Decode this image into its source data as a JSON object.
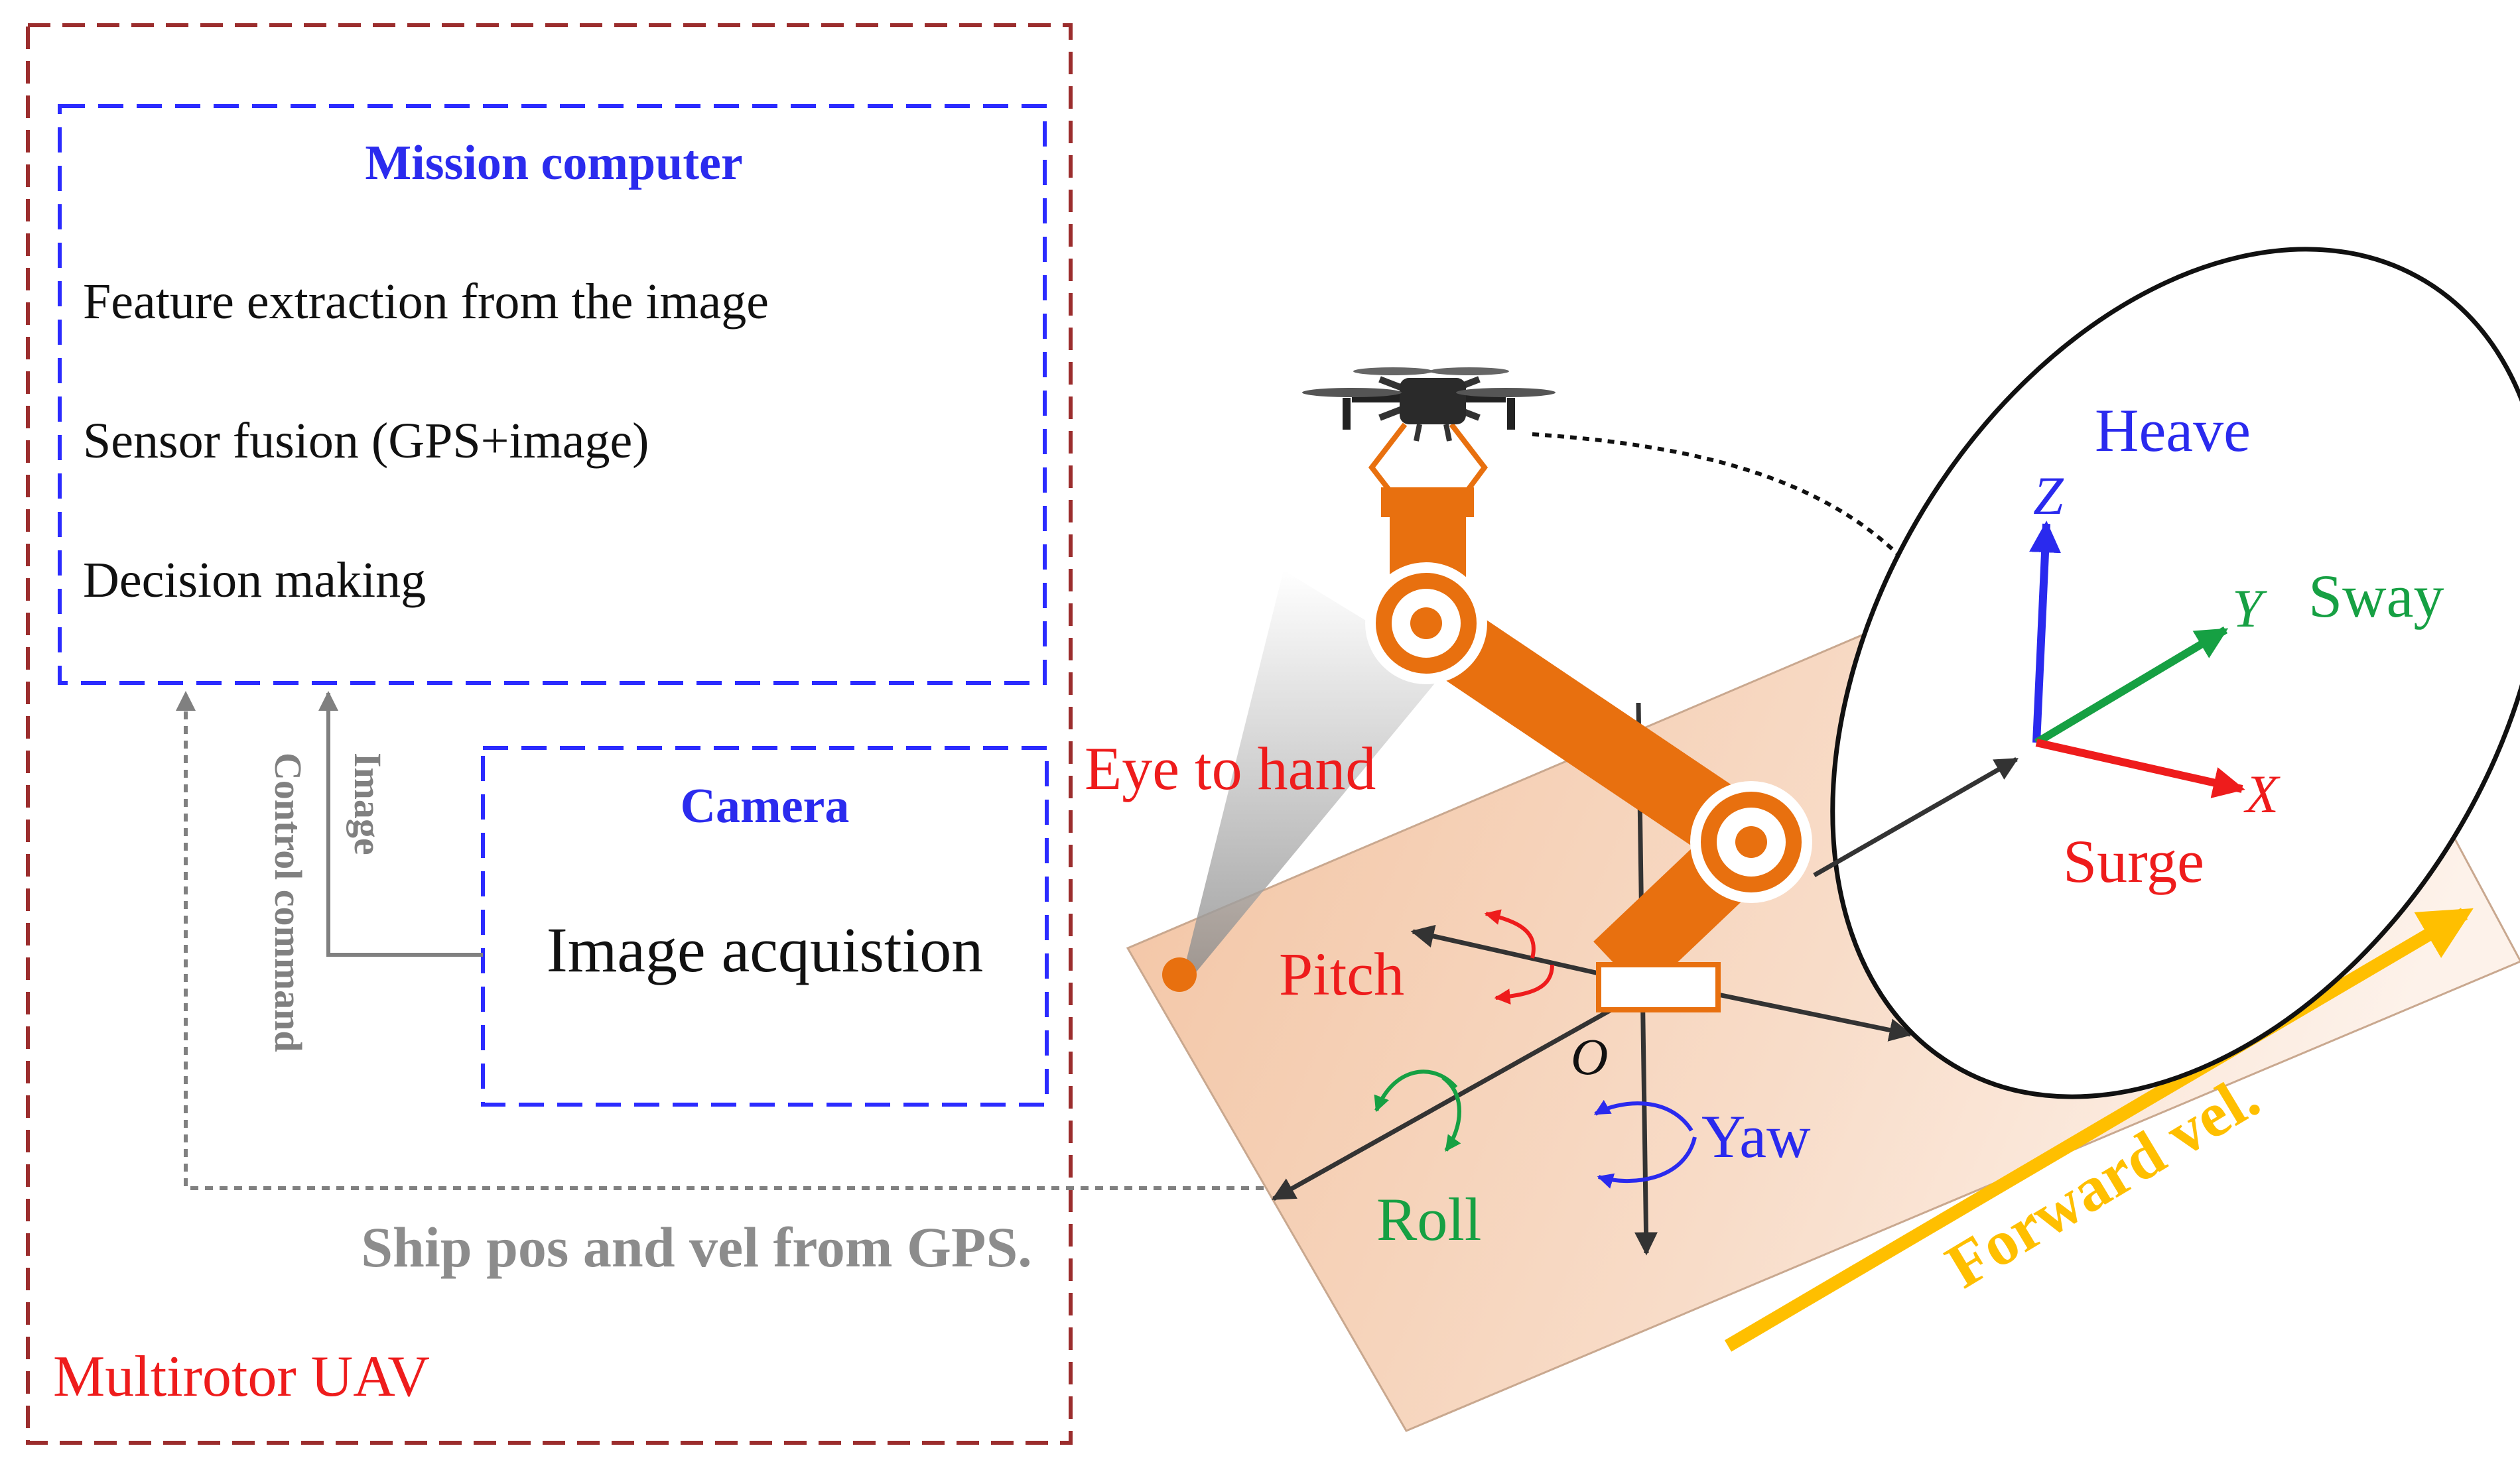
{
  "uav": {
    "label": "Multirotor UAV",
    "mission_computer": {
      "title": "Mission computer",
      "items": [
        "Feature extraction from the image",
        "Sensor fusion (GPS+image)",
        "Decision making"
      ]
    },
    "camera": {
      "title": "Camera",
      "item": "Image acquistion"
    },
    "links": {
      "image": "Image",
      "control": "Control command",
      "gps": "Ship pos and vel from GPS."
    }
  },
  "scene": {
    "eye_to_hand": "Eye to hand",
    "origin": "O",
    "rotations": {
      "pitch": "Pitch",
      "roll": "Roll",
      "yaw": "Yaw"
    },
    "forward": "Forward vel."
  },
  "motions": {
    "heave": "Heave",
    "sway": "Sway",
    "surge": "Surge",
    "axes": {
      "z": "Z",
      "y": "Y",
      "x": "X"
    }
  },
  "colors": {
    "uav_border": "#9b2d2d",
    "block_border": "#2b2bff",
    "title_blue": "#2b2bee",
    "link_gray": "#808080",
    "arm_orange": "#e8700f",
    "deck": "#f3c6a4",
    "forward_yellow": "#ffbf00",
    "red": "#ee1c1c",
    "green": "#16a043",
    "blue": "#2a2aee"
  }
}
